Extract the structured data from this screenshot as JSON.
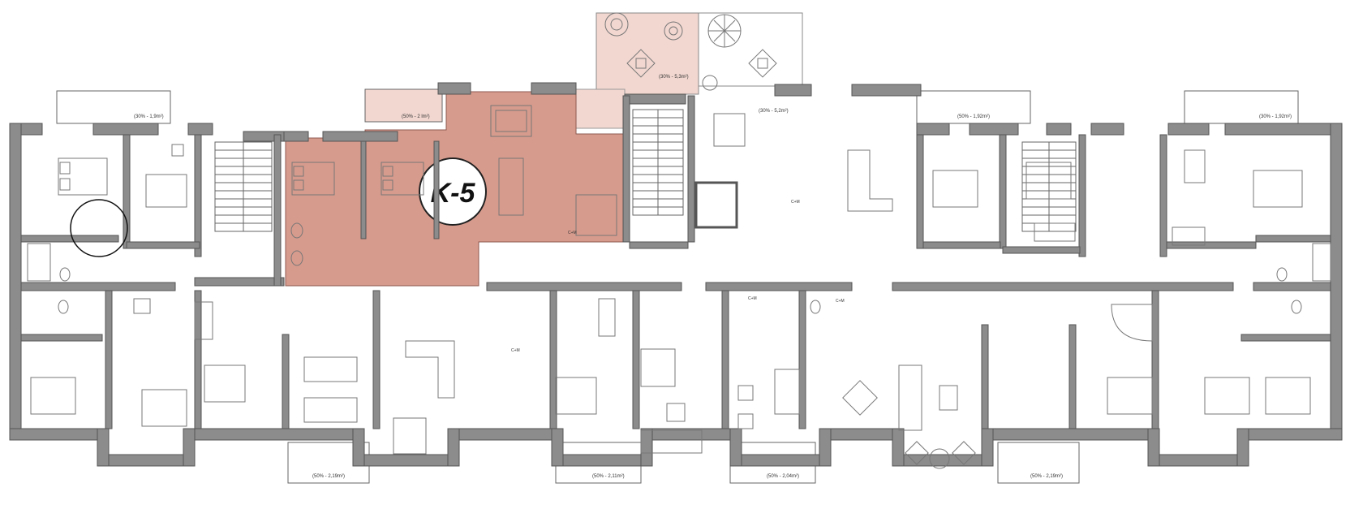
{
  "plan": {
    "highlight_color": "#d79b8d",
    "terrace_color": "#f2d7d0",
    "wall_color": "#8c8c8c",
    "apartment_label": "K-5",
    "balcony_notes": {
      "terrace_top": "(30% - 5,3m²)",
      "top_left": "(30% - 1,9m²)",
      "top_k5": "(50% - 2 lm²)",
      "top_stair": "(30% - 5,2m²)",
      "top_mid_right": "(50% - 1,92m²)",
      "top_right": "(30% - 1,92m²)",
      "bottom_1": "(50% - 2,19m²)",
      "bottom_2": "(50% - 2,11m²)",
      "bottom_3": "(50% - 2,04m²)",
      "bottom_4": "(50% - 2,19m²)"
    },
    "cm_label": "C+M"
  }
}
